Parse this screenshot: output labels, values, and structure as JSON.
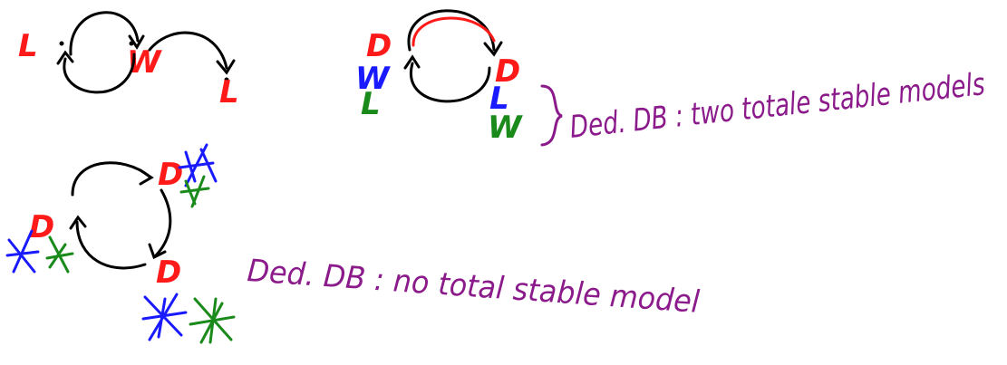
{
  "colors": {
    "red": "#ff1a1a",
    "blue": "#1a1aff",
    "green": "#1a8a1a",
    "black": "#000000",
    "purple": "#8b1a8b"
  },
  "graph1": {
    "node_left_label": "L",
    "node_mid_label": "W",
    "node_right_label": "L"
  },
  "graph2": {
    "left_top": "D",
    "left_mid": "W",
    "left_bottom": "L",
    "right_top": "D",
    "right_mid": "L",
    "right_bottom": "W",
    "note": "Ded. DB : two totale stable models"
  },
  "graph3": {
    "node_left_label": "D",
    "node_top_label": "D",
    "node_bottom_label": "D",
    "crossed_symbol": "¥",
    "note": "Ded. DB : no total stable model"
  }
}
